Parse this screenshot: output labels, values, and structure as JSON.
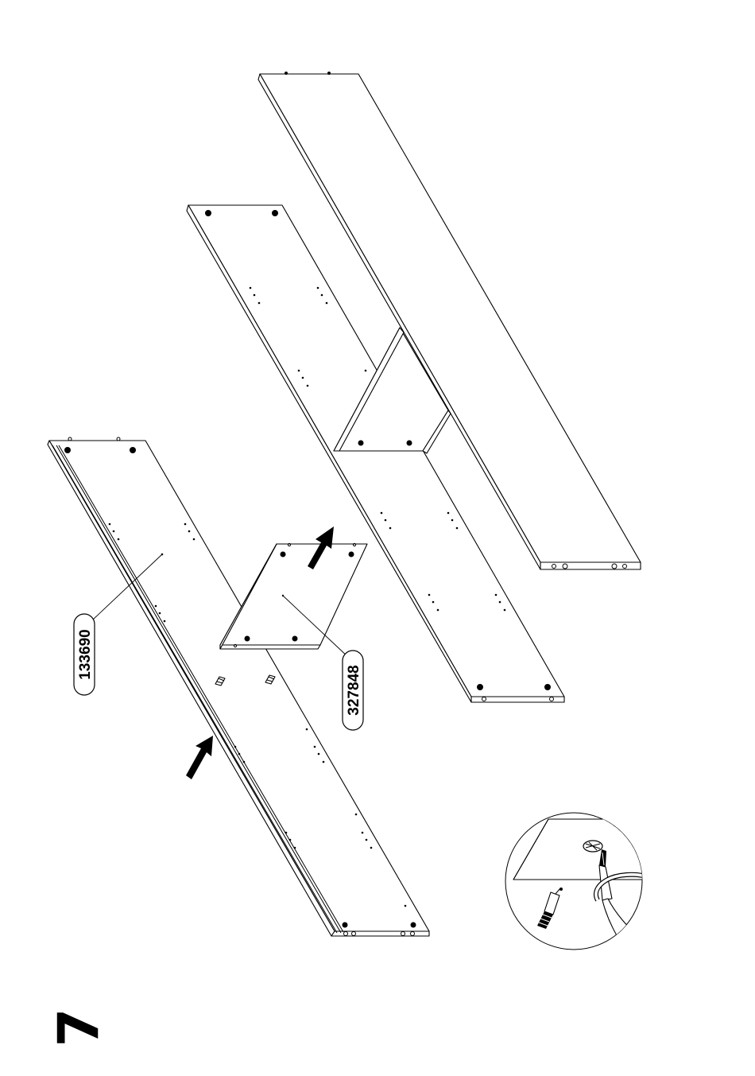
{
  "step": {
    "number": "7"
  },
  "parts": [
    {
      "id": "side-panel",
      "part_number": "133690"
    },
    {
      "id": "small-shelf",
      "part_number": "327848"
    }
  ],
  "icons": {
    "arrow": "arrow-icon",
    "detail": "cam-lock-screwdriver-detail-icon"
  }
}
